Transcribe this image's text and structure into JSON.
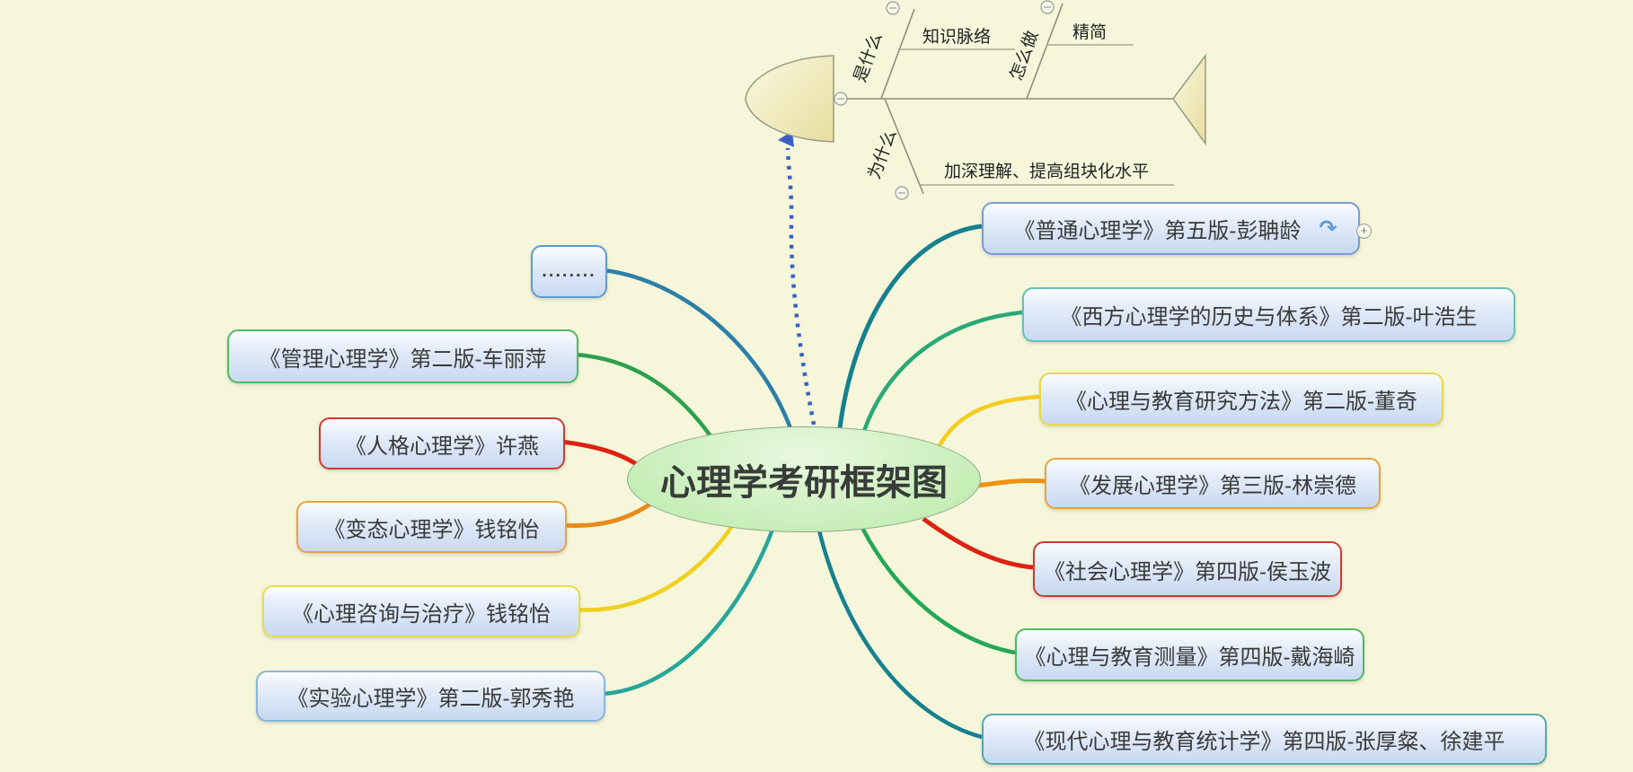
{
  "title": "心理学考研框架图",
  "fishbone": {
    "branch_top_1": {
      "label": "是什么",
      "item": "知识脉络"
    },
    "branch_top_2": {
      "label": "怎么做",
      "item": "精简"
    },
    "branch_bottom_1": {
      "label": "为什么",
      "item": "加深理解、提高组块化水平"
    }
  },
  "left_nodes": [
    {
      "label": "........",
      "border_color": "#5b9bd5",
      "branch_color": "#2b7fa8"
    },
    {
      "label": "《管理心理学》第二版-车丽萍",
      "border_color": "#52b964",
      "branch_color": "#2ca04e"
    },
    {
      "label": "《人格心理学》许燕",
      "border_color": "#cc3b33",
      "branch_color": "#dd2211"
    },
    {
      "label": "《变态心理学》钱铭怡",
      "border_color": "#e8a23c",
      "branch_color": "#e88a1a"
    },
    {
      "label": "《心理咨询与治疗》钱铭怡",
      "border_color": "#e8dc4a",
      "branch_color": "#f0d020"
    },
    {
      "label": "《实验心理学》第二版-郭秀艳",
      "border_color": "#8ab6dd",
      "branch_color": "#26a69a"
    }
  ],
  "right_nodes": [
    {
      "label": "《普通心理学》第五版-彭聃龄",
      "border_color": "#7a9cd4",
      "branch_color": "#17808f"
    },
    {
      "label": "《西方心理学的历史与体系》第二版-叶浩生",
      "border_color": "#66c2b8",
      "branch_color": "#2aa876"
    },
    {
      "label": "《心理与教育研究方法》第二版-董奇",
      "border_color": "#e8d84a",
      "branch_color": "#f5cc1f"
    },
    {
      "label": "《发展心理学》第三版-林崇德",
      "border_color": "#e8a23c",
      "branch_color": "#f09010"
    },
    {
      "label": "《社会心理学》第四版-侯玉波",
      "border_color": "#cc3b33",
      "branch_color": "#dd2211"
    },
    {
      "label": "《心理与教育测量》第四版-戴海崎",
      "border_color": "#52b964",
      "branch_color": "#23a757"
    },
    {
      "label": "《现代心理与教育统计学》第四版-张厚粲、徐建平",
      "border_color": "#55a8b0",
      "branch_color": "#17808f"
    }
  ],
  "icons": {
    "refresh": "↷",
    "expand": "+",
    "collapse": "−"
  },
  "colors": {
    "background": "#f5f6da",
    "center_fill": "#c8eeb6",
    "center_border": "#8fa68b",
    "node_fill_bottom": "#c8d9f1",
    "dotted_link": "#3a5fc4",
    "fishbone_line": "#8a8a7a",
    "fishbone_fill": "#efe8b8"
  }
}
